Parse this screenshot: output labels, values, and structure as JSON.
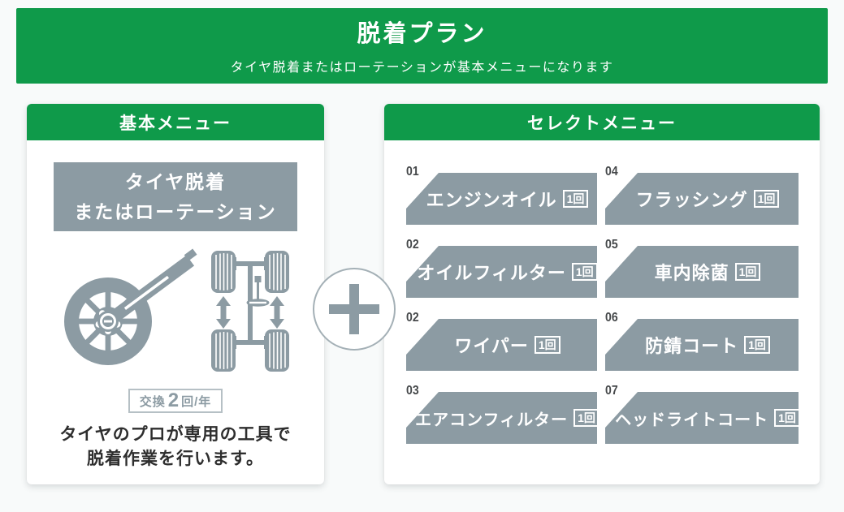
{
  "banner": {
    "title": "脱着プラン",
    "subtitle": "タイヤ脱着またはローテーションが基本メニューになります"
  },
  "basic_menu": {
    "header": "基本メニュー",
    "service_box": {
      "line1": "タイヤ脱着",
      "line2": "またはローテーション"
    },
    "exchange_badge": {
      "prefix": "交換",
      "count": "2",
      "suffix": "回/年"
    },
    "description": {
      "line1": "タイヤのプロが専用の工具で",
      "line2": "脱着作業を行います。"
    }
  },
  "plus": {
    "symbol": "＋"
  },
  "select_menu": {
    "header": "セレクトメニュー",
    "items": [
      {
        "number": "01",
        "label": "エンジンオイル",
        "count": "1回"
      },
      {
        "number": "02",
        "label": "オイルフィルター",
        "count": "1回"
      },
      {
        "number": "02",
        "label": "ワイパー",
        "count": "1回"
      },
      {
        "number": "03",
        "label": "エアコンフィルター",
        "count": "1回"
      },
      {
        "number": "04",
        "label": "フラッシング",
        "count": "1回"
      },
      {
        "number": "05",
        "label": "車内除菌",
        "count": "1回"
      },
      {
        "number": "06",
        "label": "防錆コート",
        "count": "1回"
      },
      {
        "number": "07",
        "label": "ヘッドライトコート",
        "count": "1回"
      }
    ]
  },
  "colors": {
    "green": "#0F9A4A",
    "gray": "#8C9BA3"
  }
}
